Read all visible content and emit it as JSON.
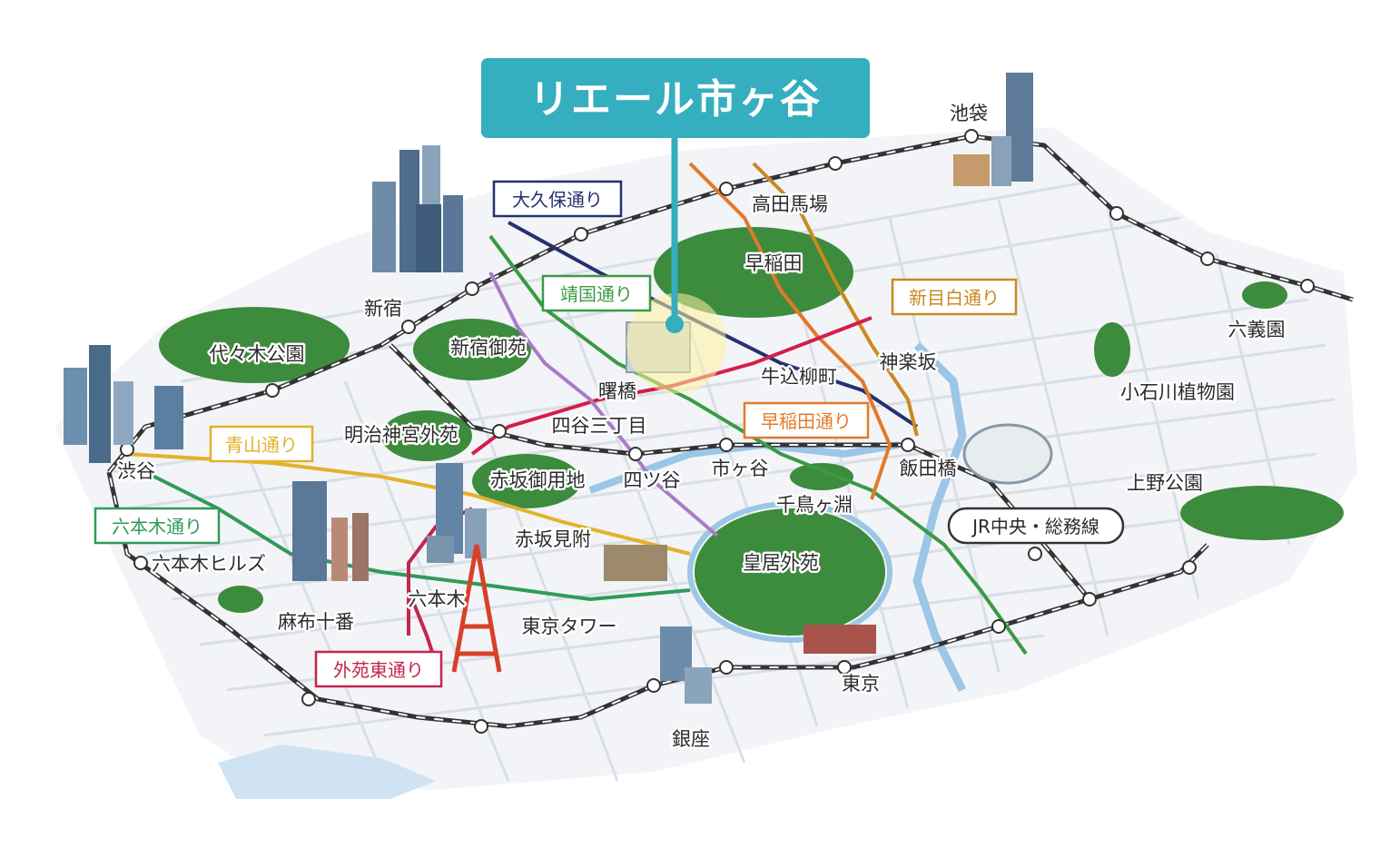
{
  "title": "リエール市ヶ谷",
  "colors": {
    "accent": "#35aebf",
    "okubo": "#25306e",
    "yasukuni": "#3a9a44",
    "shinmejiro": "#c98a1f",
    "waseda": "#e3792b",
    "aoyama": "#e3b22a",
    "roppongi": "#2f9a5a",
    "gaien": "#c4254d",
    "red_line": "#d41e4a",
    "purple_line": "#a97bc7",
    "jr": "#333333",
    "green": "#3d8b3d",
    "water": "#9bc6e6",
    "road": "#dadfe6",
    "ground": "#f2f4f7"
  },
  "roads": {
    "okubo": "大久保通り",
    "yasukuni": "靖国通り",
    "shinmejiro": "新目白通り",
    "waseda": "早稲田通り",
    "aoyama": "青山通り",
    "roppongi": "六本木通り",
    "gaien": "外苑東通り",
    "jr": "JR中央・総務線"
  },
  "places": {
    "ikebukuro": "池袋",
    "takadanobaba": "高田馬場",
    "waseda": "早稲田",
    "shinjuku": "新宿",
    "yoyogi_park": "代々木公園",
    "shinjuku_gyoen": "新宿御苑",
    "akebonobashi": "曙橋",
    "ushigome": "牛込柳町",
    "kagurazaka": "神楽坂",
    "rikugien": "六義園",
    "koishikawa": "小石川植物園",
    "meiji_gaien": "明治神宮外苑",
    "yotsuya3": "四谷三丁目",
    "shibuya": "渋谷",
    "ichigaya": "市ヶ谷",
    "iidabashi": "飯田橋",
    "ueno_park": "上野公園",
    "akasaka_gyoyochi": "赤坂御用地",
    "yotsuya": "四ツ谷",
    "chidorigafuchi": "千鳥ヶ淵",
    "akasaka_mitsuke": "赤坂見附",
    "kokyo_gaien": "皇居外苑",
    "roppongi_hills": "六本木ヒルズ",
    "roppongi": "六本木",
    "azabu_juban": "麻布十番",
    "tokyo_tower": "東京タワー",
    "tokyo": "東京",
    "ginza": "銀座"
  }
}
